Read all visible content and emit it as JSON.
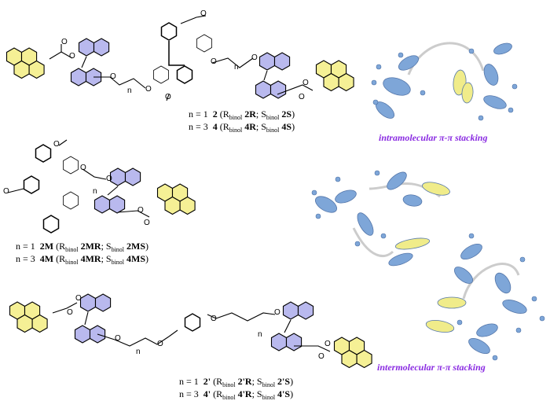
{
  "colors": {
    "pyrene": "#f5f095",
    "binol": "#b9b9ee",
    "stack_text": "#8a2be2",
    "model_blue": "#7ea6d8",
    "model_yellow": "#f0ec8a"
  },
  "atom_labels": {
    "oxygen": "O",
    "repeat": "n"
  },
  "compounds": [
    {
      "lines": [
        {
          "n": "n = 1",
          "num": "2",
          "r_pre": "(R",
          "sub": "binol",
          "r": "2R",
          "sep": "; S",
          "s": "2S",
          "end": ")"
        },
        {
          "n": "n = 3",
          "num": "4",
          "r_pre": "(R",
          "sub": "binol",
          "r": "4R",
          "sep": "; S",
          "s": "4S",
          "end": ")"
        }
      ]
    },
    {
      "lines": [
        {
          "n": "n = 1",
          "num": "2M",
          "r_pre": "(R",
          "sub": "binol",
          "r": "2MR",
          "sep": "; S",
          "s": "2MS",
          "end": ")"
        },
        {
          "n": "n = 3",
          "num": "4M",
          "r_pre": "(R",
          "sub": "binol",
          "r": "4MR",
          "sep": "; S",
          "s": "4MS",
          "end": ")"
        }
      ]
    },
    {
      "lines": [
        {
          "n": "n = 1",
          "num": "2'",
          "r_pre": "(R",
          "sub": "binol",
          "r": "2'R",
          "sep": "; S",
          "s": "2'S",
          "end": ")"
        },
        {
          "n": "n = 3",
          "num": "4'",
          "r_pre": "(R",
          "sub": "binol",
          "r": "4'R",
          "sep": "; S",
          "s": "4'S",
          "end": ")"
        }
      ]
    }
  ],
  "stacking": {
    "intra": "intramolecular π-π  stacking",
    "inter": "intermolecular π-π  stacking"
  }
}
